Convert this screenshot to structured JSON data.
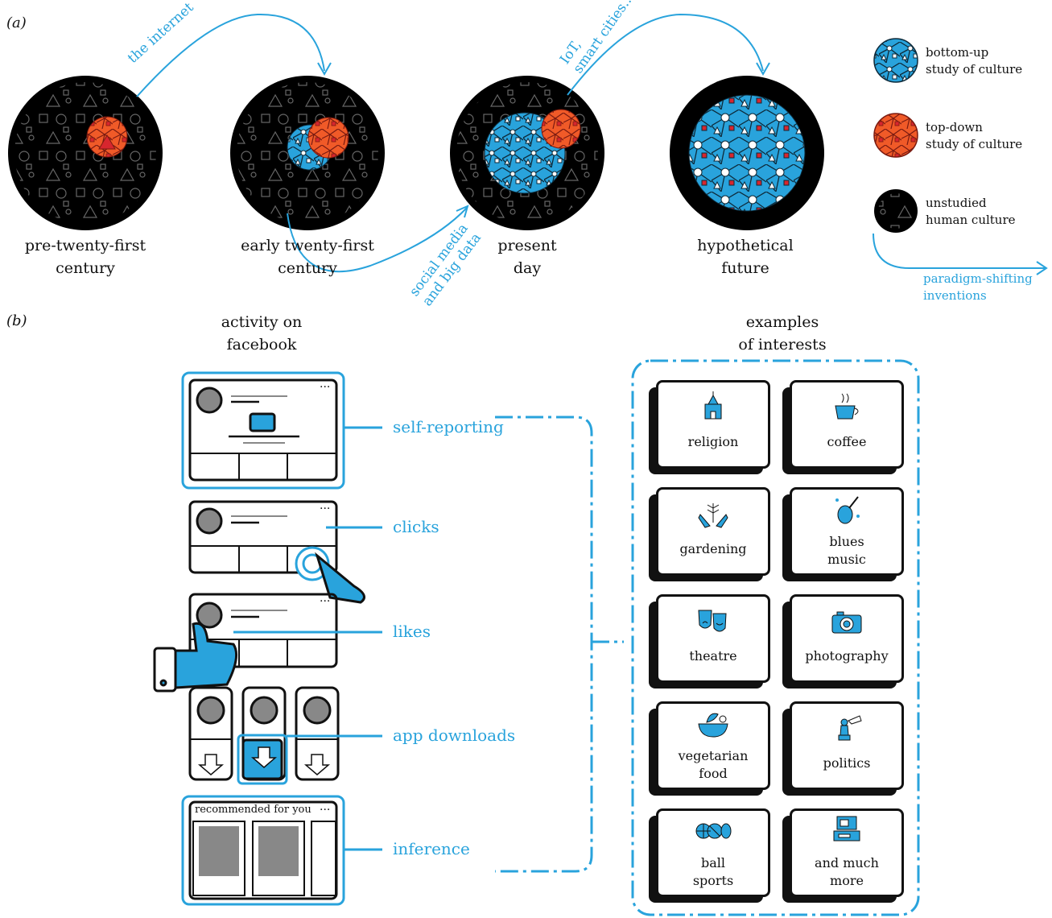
{
  "panel_a": {
    "tag": "(a)",
    "stages": [
      {
        "id": "pre",
        "label_line1": "pre-twenty-first",
        "label_line2": "century"
      },
      {
        "id": "early",
        "label_line1": "early twenty-first",
        "label_line2": "century"
      },
      {
        "id": "present",
        "label_line1": "present",
        "label_line2": "day"
      },
      {
        "id": "future",
        "label_line1": "hypothetical",
        "label_line2": "future"
      }
    ],
    "arrows": {
      "internet": "the internet",
      "social_line1": "social media",
      "social_line2": "and big data",
      "iot_line1": "IoT,",
      "iot_line2": "smart cities..."
    },
    "legend": {
      "bottom_up_line1": "bottom-up",
      "bottom_up_line2": "study of culture",
      "top_down_line1": "top-down",
      "top_down_line2": "study of culture",
      "unstudied_line1": "unstudied",
      "unstudied_line2": "human culture",
      "inventions_line1": "paradigm-shifting",
      "inventions_line2": "inventions"
    }
  },
  "panel_b": {
    "tag": "(b)",
    "activity_title_line1": "activity on",
    "activity_title_line2": "facebook",
    "interests_title_line1": "examples",
    "interests_title_line2": "of interests",
    "methods": [
      "self-reporting",
      "clicks",
      "likes",
      "app downloads",
      "inference"
    ],
    "recommended_text": "recommended for you",
    "interests": [
      {
        "label_line1": "religion",
        "label_line2": "",
        "icon": "church-icon"
      },
      {
        "label_line1": "coffee",
        "label_line2": "",
        "icon": "coffee-cup-icon"
      },
      {
        "label_line1": "gardening",
        "label_line2": "",
        "icon": "plant-hands-icon"
      },
      {
        "label_line1": "blues",
        "label_line2": "music",
        "icon": "violin-icon"
      },
      {
        "label_line1": "theatre",
        "label_line2": "",
        "icon": "theatre-masks-icon"
      },
      {
        "label_line1": "photography",
        "label_line2": "",
        "icon": "camera-icon"
      },
      {
        "label_line1": "vegetarian",
        "label_line2": "food",
        "icon": "salad-bowl-icon"
      },
      {
        "label_line1": "politics",
        "label_line2": "",
        "icon": "chess-politics-icon"
      },
      {
        "label_line1": "ball",
        "label_line2": "sports",
        "icon": "balls-icon"
      },
      {
        "label_line1": "and much",
        "label_line2": "more",
        "icon": "devices-icon"
      }
    ],
    "colors": {
      "accent": "#29a3dc",
      "orange": "#f05a28",
      "red": "#d7262e",
      "black": "#111111"
    }
  }
}
